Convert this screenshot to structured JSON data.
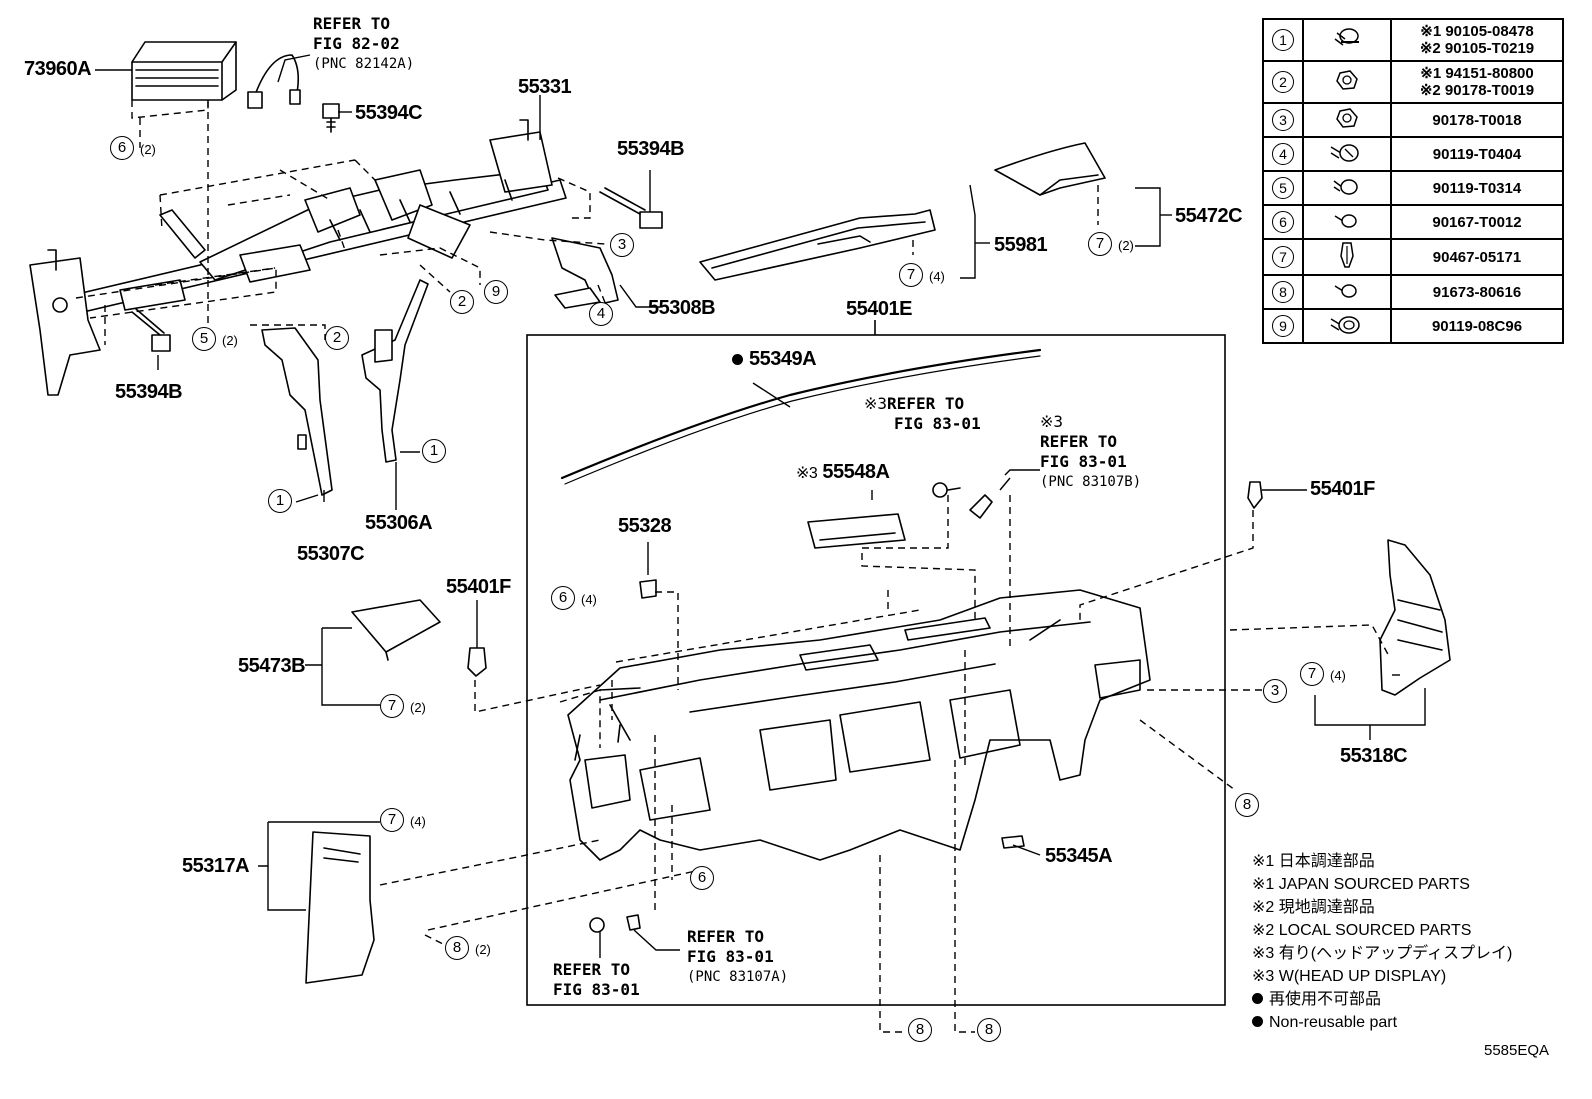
{
  "labels": {
    "p73960A": "73960A",
    "p55331": "55331",
    "p55394C": "55394C",
    "p55394B_top": "55394B",
    "p55394B_bottom": "55394B",
    "p55981": "55981",
    "p55472C": "55472C",
    "p55308B": "55308B",
    "p55401E": "55401E",
    "p55349A": "55349A",
    "p55307C": "55307C",
    "p55306A": "55306A",
    "p55548A": "55548A",
    "p55328": "55328",
    "p55401F_left": "55401F",
    "p55401F_right": "55401F",
    "p55473B": "55473B",
    "p55318C": "55318C",
    "p55345A": "55345A",
    "p55317A": "55317A"
  },
  "markers": {
    "ref3": "※3",
    "nonreusable_dot": "●"
  },
  "references": {
    "fig8202_line1": "REFER TO",
    "fig8202_line2": "FIG 82-02",
    "fig8202_pnc": "(PNC 82142A)",
    "hud_a_line1": "REFER TO",
    "hud_a_line2": "FIG 83-01",
    "hud_b_line1": "REFER TO",
    "hud_b_line2": "FIG 83-01",
    "hud_b_pnc": "(PNC 83107B)",
    "low_a_line1": "REFER TO",
    "low_a_line2": "FIG 83-01",
    "low_b_line1": "REFER TO",
    "low_b_line2": "FIG 83-01",
    "low_b_pnc": "(PNC 83107A)"
  },
  "callouts": [
    {
      "num": "6",
      "qty": "(2)"
    },
    {
      "num": "5",
      "qty": "(2)"
    },
    {
      "num": "2",
      "qty": ""
    },
    {
      "num": "2",
      "qty": ""
    },
    {
      "num": "9",
      "qty": ""
    },
    {
      "num": "3",
      "qty": ""
    },
    {
      "num": "4",
      "qty": ""
    },
    {
      "num": "1",
      "qty": ""
    },
    {
      "num": "1",
      "qty": ""
    },
    {
      "num": "7",
      "qty": "(4)"
    },
    {
      "num": "7",
      "qty": "(2)"
    },
    {
      "num": "6",
      "qty": "(4)"
    },
    {
      "num": "7",
      "qty": "(2)"
    },
    {
      "num": "3",
      "qty": ""
    },
    {
      "num": "7",
      "qty": "(4)"
    },
    {
      "num": "8",
      "qty": ""
    },
    {
      "num": "7",
      "qty": "(4)"
    },
    {
      "num": "6",
      "qty": ""
    },
    {
      "num": "8",
      "qty": "(2)"
    },
    {
      "num": "8",
      "qty": ""
    },
    {
      "num": "8",
      "qty": ""
    }
  ],
  "legend": [
    {
      "num": "1",
      "icon": "bolt-washer-icon",
      "parts": [
        "※1  90105-08478",
        "※2  90105-T0219"
      ]
    },
    {
      "num": "2",
      "icon": "nut-icon",
      "parts": [
        "※1  94151-80800",
        "※2  90178-T0019"
      ]
    },
    {
      "num": "3",
      "icon": "nut-icon",
      "parts": [
        "90178-T0018"
      ]
    },
    {
      "num": "4",
      "icon": "bolt-icon",
      "parts": [
        "90119-T0404"
      ]
    },
    {
      "num": "5",
      "icon": "bolt-icon",
      "parts": [
        "90119-T0314"
      ]
    },
    {
      "num": "6",
      "icon": "screw-icon",
      "parts": [
        "90167-T0012"
      ]
    },
    {
      "num": "7",
      "icon": "clip-icon",
      "parts": [
        "90467-05171"
      ]
    },
    {
      "num": "8",
      "icon": "screw-icon",
      "parts": [
        "91673-80616"
      ]
    },
    {
      "num": "9",
      "icon": "bolt-washer-icon",
      "parts": [
        "90119-08C96"
      ]
    }
  ],
  "notes": [
    "※1 日本調達部品",
    "※1 JAPAN SOURCED PARTS",
    "※2 現地調達部品",
    "※2 LOCAL SOURCED PARTS",
    "※3 有り(ヘッドアップディスプレイ)",
    "※3 W(HEAD UP DISPLAY)",
    "再使用不可部品",
    "Non-reusable part"
  ],
  "diagram_code": "5585EQA"
}
